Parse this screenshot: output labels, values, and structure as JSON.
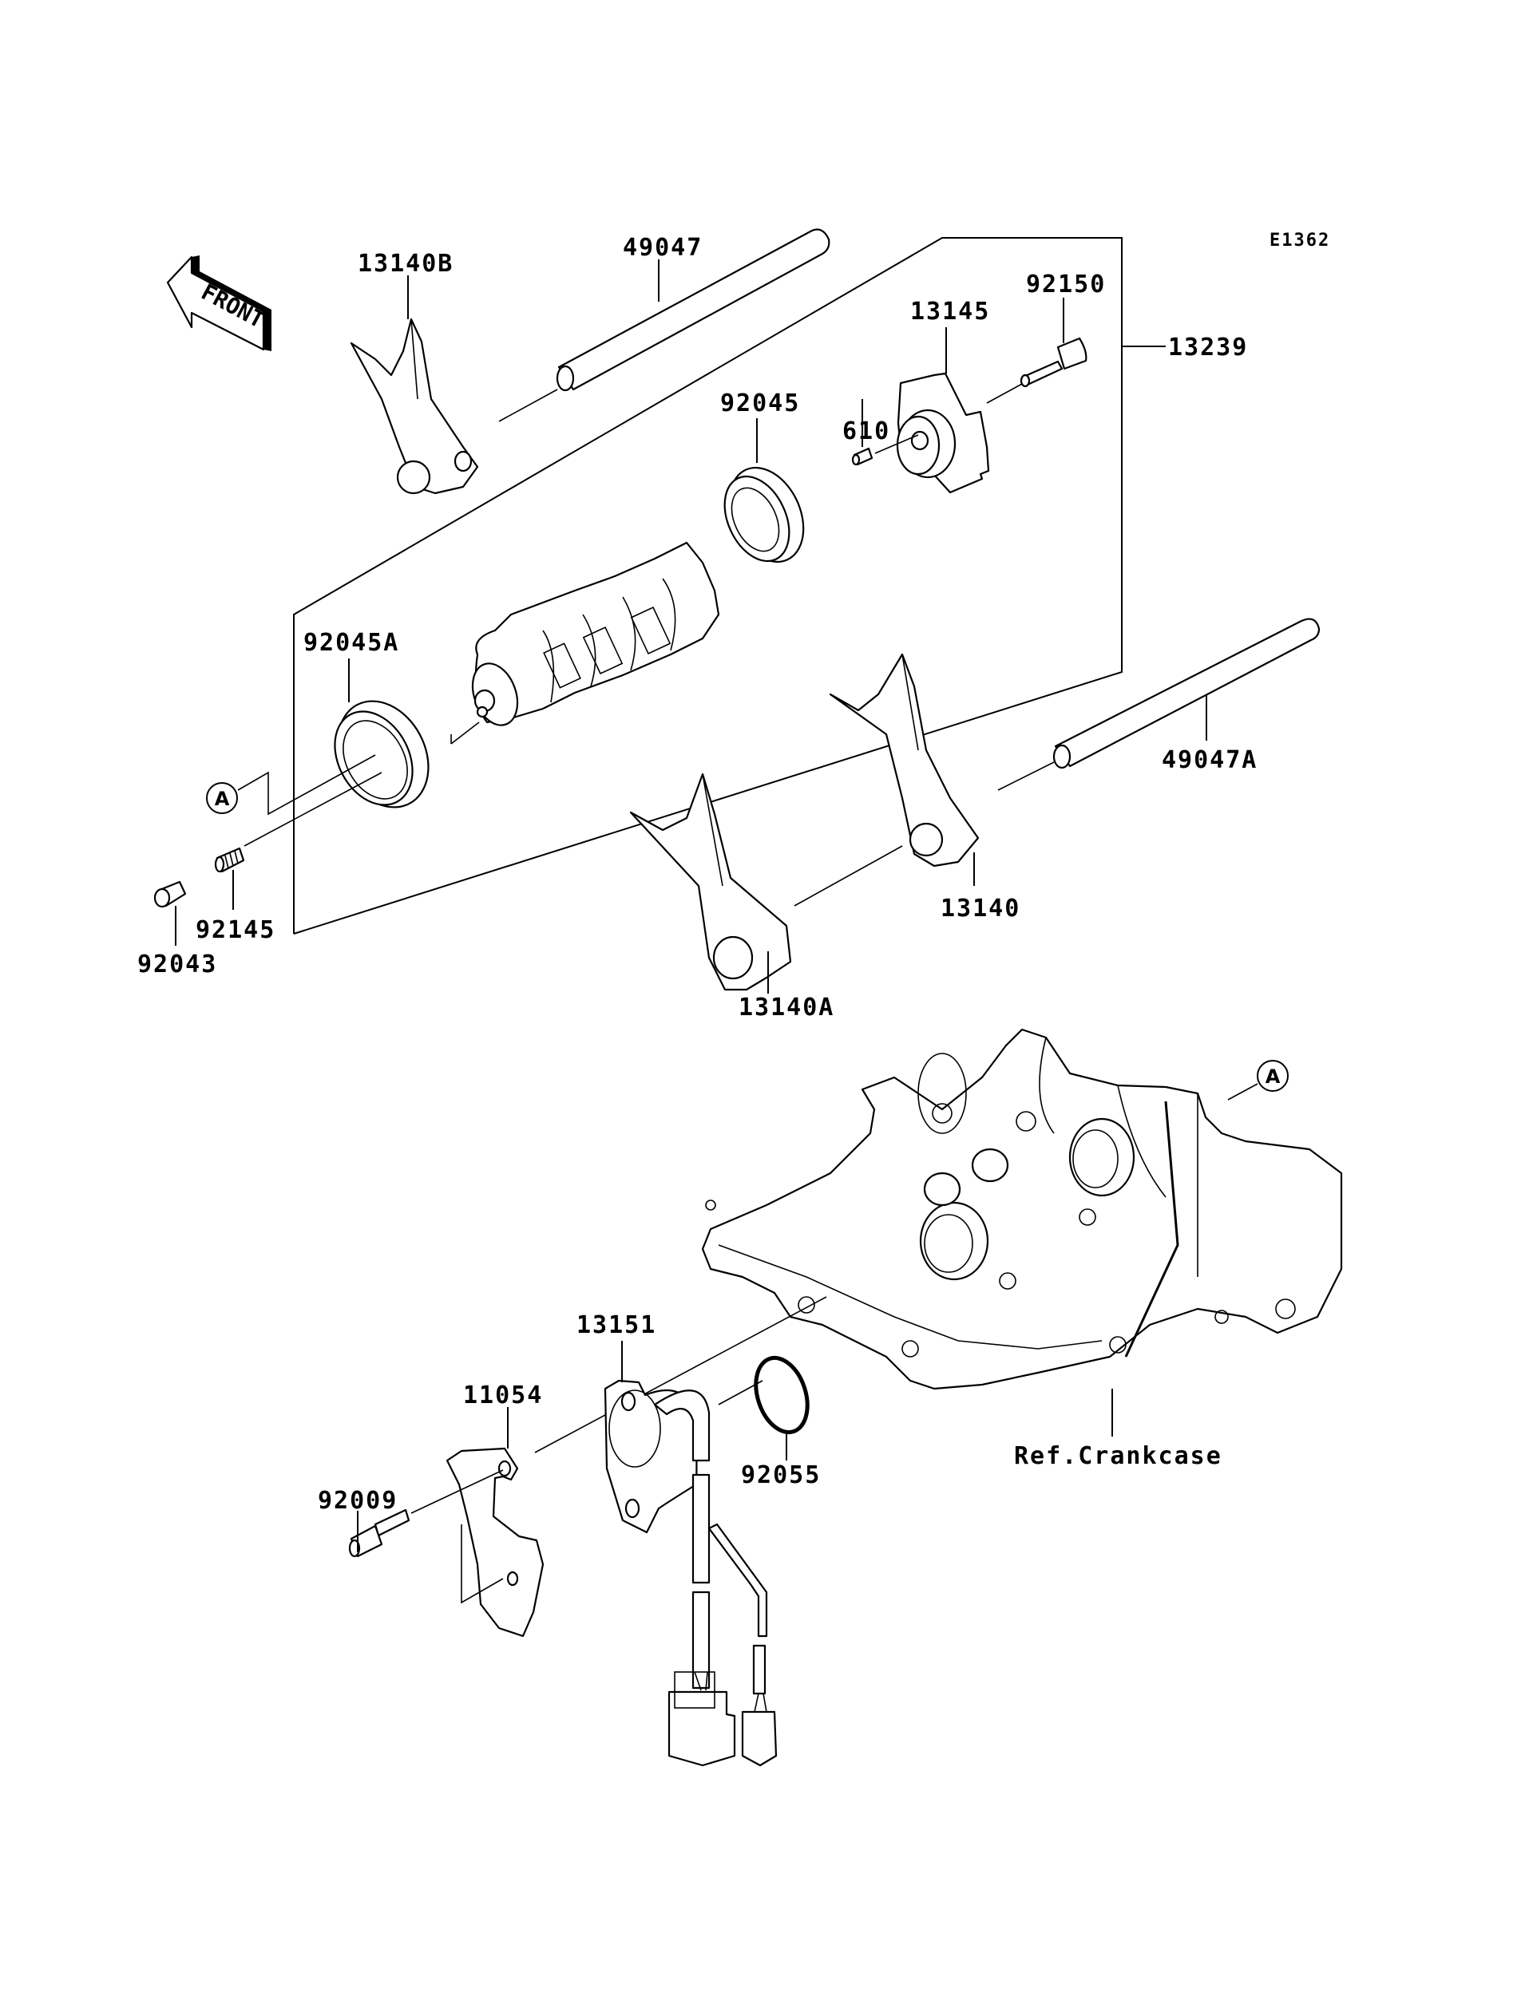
{
  "diagram": {
    "id": "E1362",
    "front_arrow": "FRONT",
    "reference_marker": "A",
    "reference_text": "Ref.Crankcase"
  },
  "parts": {
    "p13140B": "13140B",
    "p49047": "49047",
    "p13145": "13145",
    "p92150": "92150",
    "p13239": "13239",
    "p92045": "92045",
    "p610": "610",
    "p92045A": "92045A",
    "p49047A": "49047A",
    "p92145": "92145",
    "p92043": "92043",
    "p13140": "13140",
    "p13140A": "13140A",
    "p13151": "13151",
    "p11054": "11054",
    "p92055": "92055",
    "p92009": "92009"
  }
}
